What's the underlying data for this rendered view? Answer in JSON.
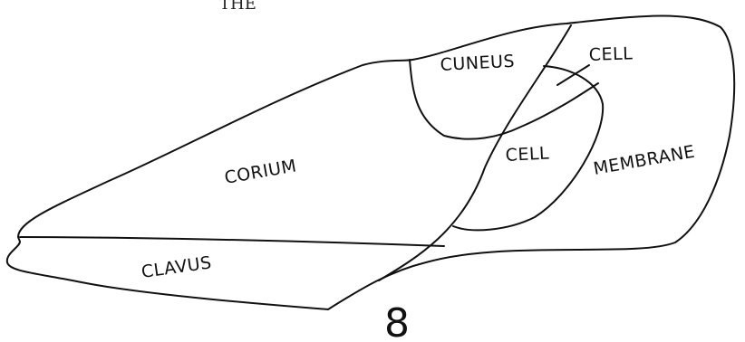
{
  "header_fragment": "THE",
  "figure_number": "8",
  "regions": {
    "cuneus": "CUNEUS",
    "cell_upper": "CELL",
    "cell_lower": "CELL",
    "corium": "CORIUM",
    "membrane": "MEMBRANE",
    "clavus": "CLAVUS"
  }
}
